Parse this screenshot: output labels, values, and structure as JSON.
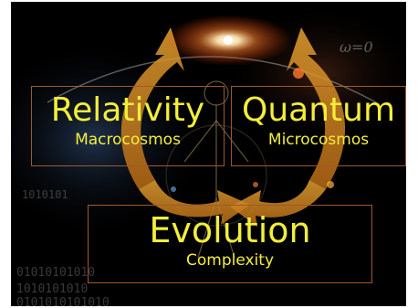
{
  "colors": {
    "background": "#000000",
    "text": "#f2ee3a",
    "box_border": "#a1582a",
    "arrow": "#d08a1e"
  },
  "boxes": {
    "relativity": {
      "title": "Relativity",
      "subtitle": "Macrocosmos"
    },
    "quantum": {
      "title": "Quantum",
      "subtitle": "Microcosmos"
    },
    "evolution": {
      "title": "Evolution",
      "subtitle": "Complexity"
    }
  },
  "background": {
    "binary_rows": [
      "01010101010",
      "1010101010",
      "0101010101010",
      "1010101"
    ],
    "formula": "ω=0"
  }
}
